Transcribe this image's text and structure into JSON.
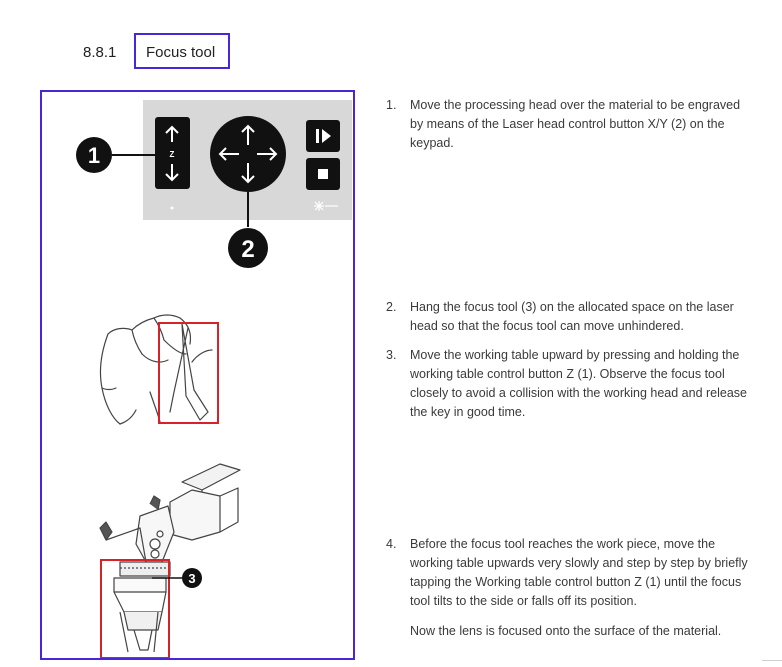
{
  "section": {
    "number": "8.8.1",
    "title": "Focus tool"
  },
  "figure": {
    "callouts": [
      "1",
      "2",
      "3"
    ],
    "keypad": {
      "z_label": "Z",
      "icons": [
        "arrow-up-icon",
        "arrow-down-icon",
        "direction-pad-icon",
        "play-icon",
        "stop-icon",
        "laser-icon"
      ]
    },
    "highlight_color": "#d6232a",
    "frame_color": "#4a27d6"
  },
  "steps": [
    {
      "num": "1.",
      "lines": [
        "Move the processing head over the material to be engraved",
        "by means of the Laser head control button X/Y (2) on the",
        "keypad."
      ]
    },
    {
      "num": "2.",
      "lines": [
        "Hang the focus tool (3) on the allocated space on the laser",
        "head so that the focus tool can move unhindered."
      ]
    },
    {
      "num": "3.",
      "lines": [
        "Move the working table upward by pressing and holding the",
        "working table control button Z (1). Observe the focus tool",
        "closely to avoid a collision with the working head and release",
        "the key in good time."
      ]
    },
    {
      "num": "4.",
      "lines": [
        "Before the focus tool reaches the work piece, move the",
        "working table upwards very slowly and step by step by briefly",
        "tapping the Working table control button Z (1) until the focus",
        "tool tilts to the side or falls off its position."
      ]
    }
  ],
  "note": "Now the lens is focused onto the surface of the material."
}
